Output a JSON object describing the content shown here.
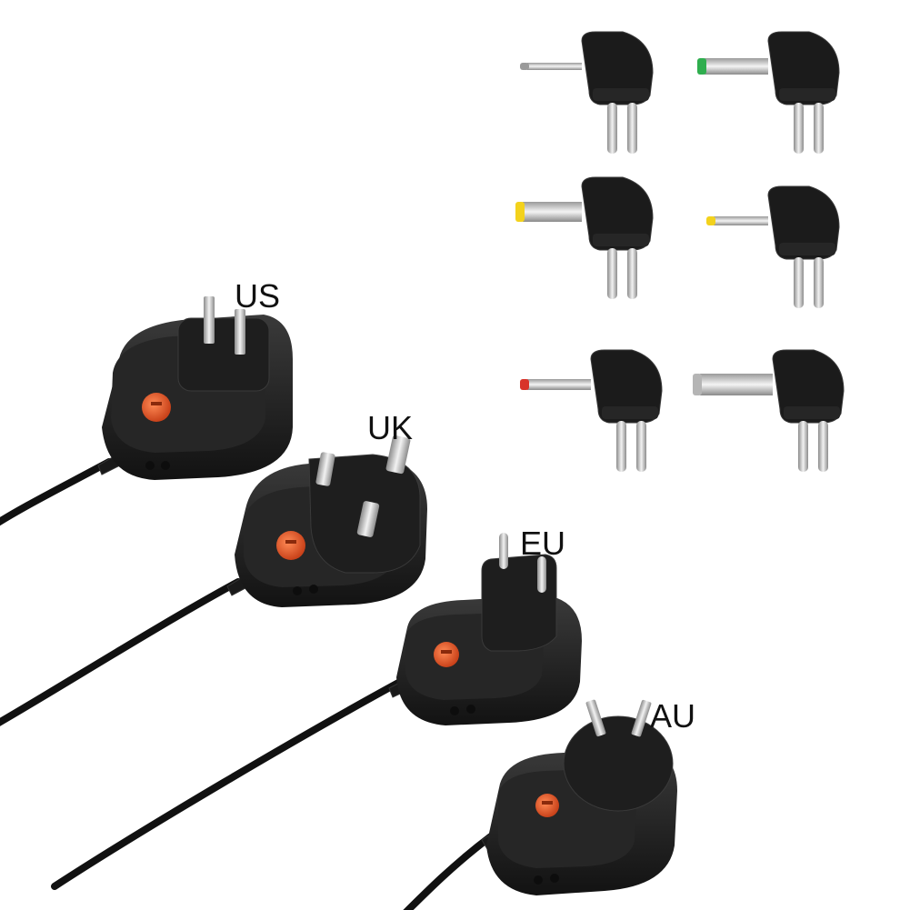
{
  "labels": {
    "us": "US",
    "uk": "UK",
    "eu": "EU",
    "au": "AU"
  },
  "colors": {
    "adapter_body": "#1c1c1c",
    "adapter_face": "#2b2b2b",
    "dial": "#e8582a",
    "metal": "#cfcfcf",
    "tip_green": "#2fae4e",
    "tip_yellow": "#f3d21c",
    "tip_red": "#d8332a",
    "cable": "#111111"
  },
  "tips": [
    {
      "name": "tip-plain-small",
      "tip_color": "#9a9a9a"
    },
    {
      "name": "tip-green",
      "tip_color": "#2fae4e"
    },
    {
      "name": "tip-yellow",
      "tip_color": "#f3d21c"
    },
    {
      "name": "tip-yellow-small",
      "tip_color": "#f3d21c"
    },
    {
      "name": "tip-red",
      "tip_color": "#d8332a"
    },
    {
      "name": "tip-plain-large",
      "tip_color": "#b5b5b5"
    }
  ]
}
